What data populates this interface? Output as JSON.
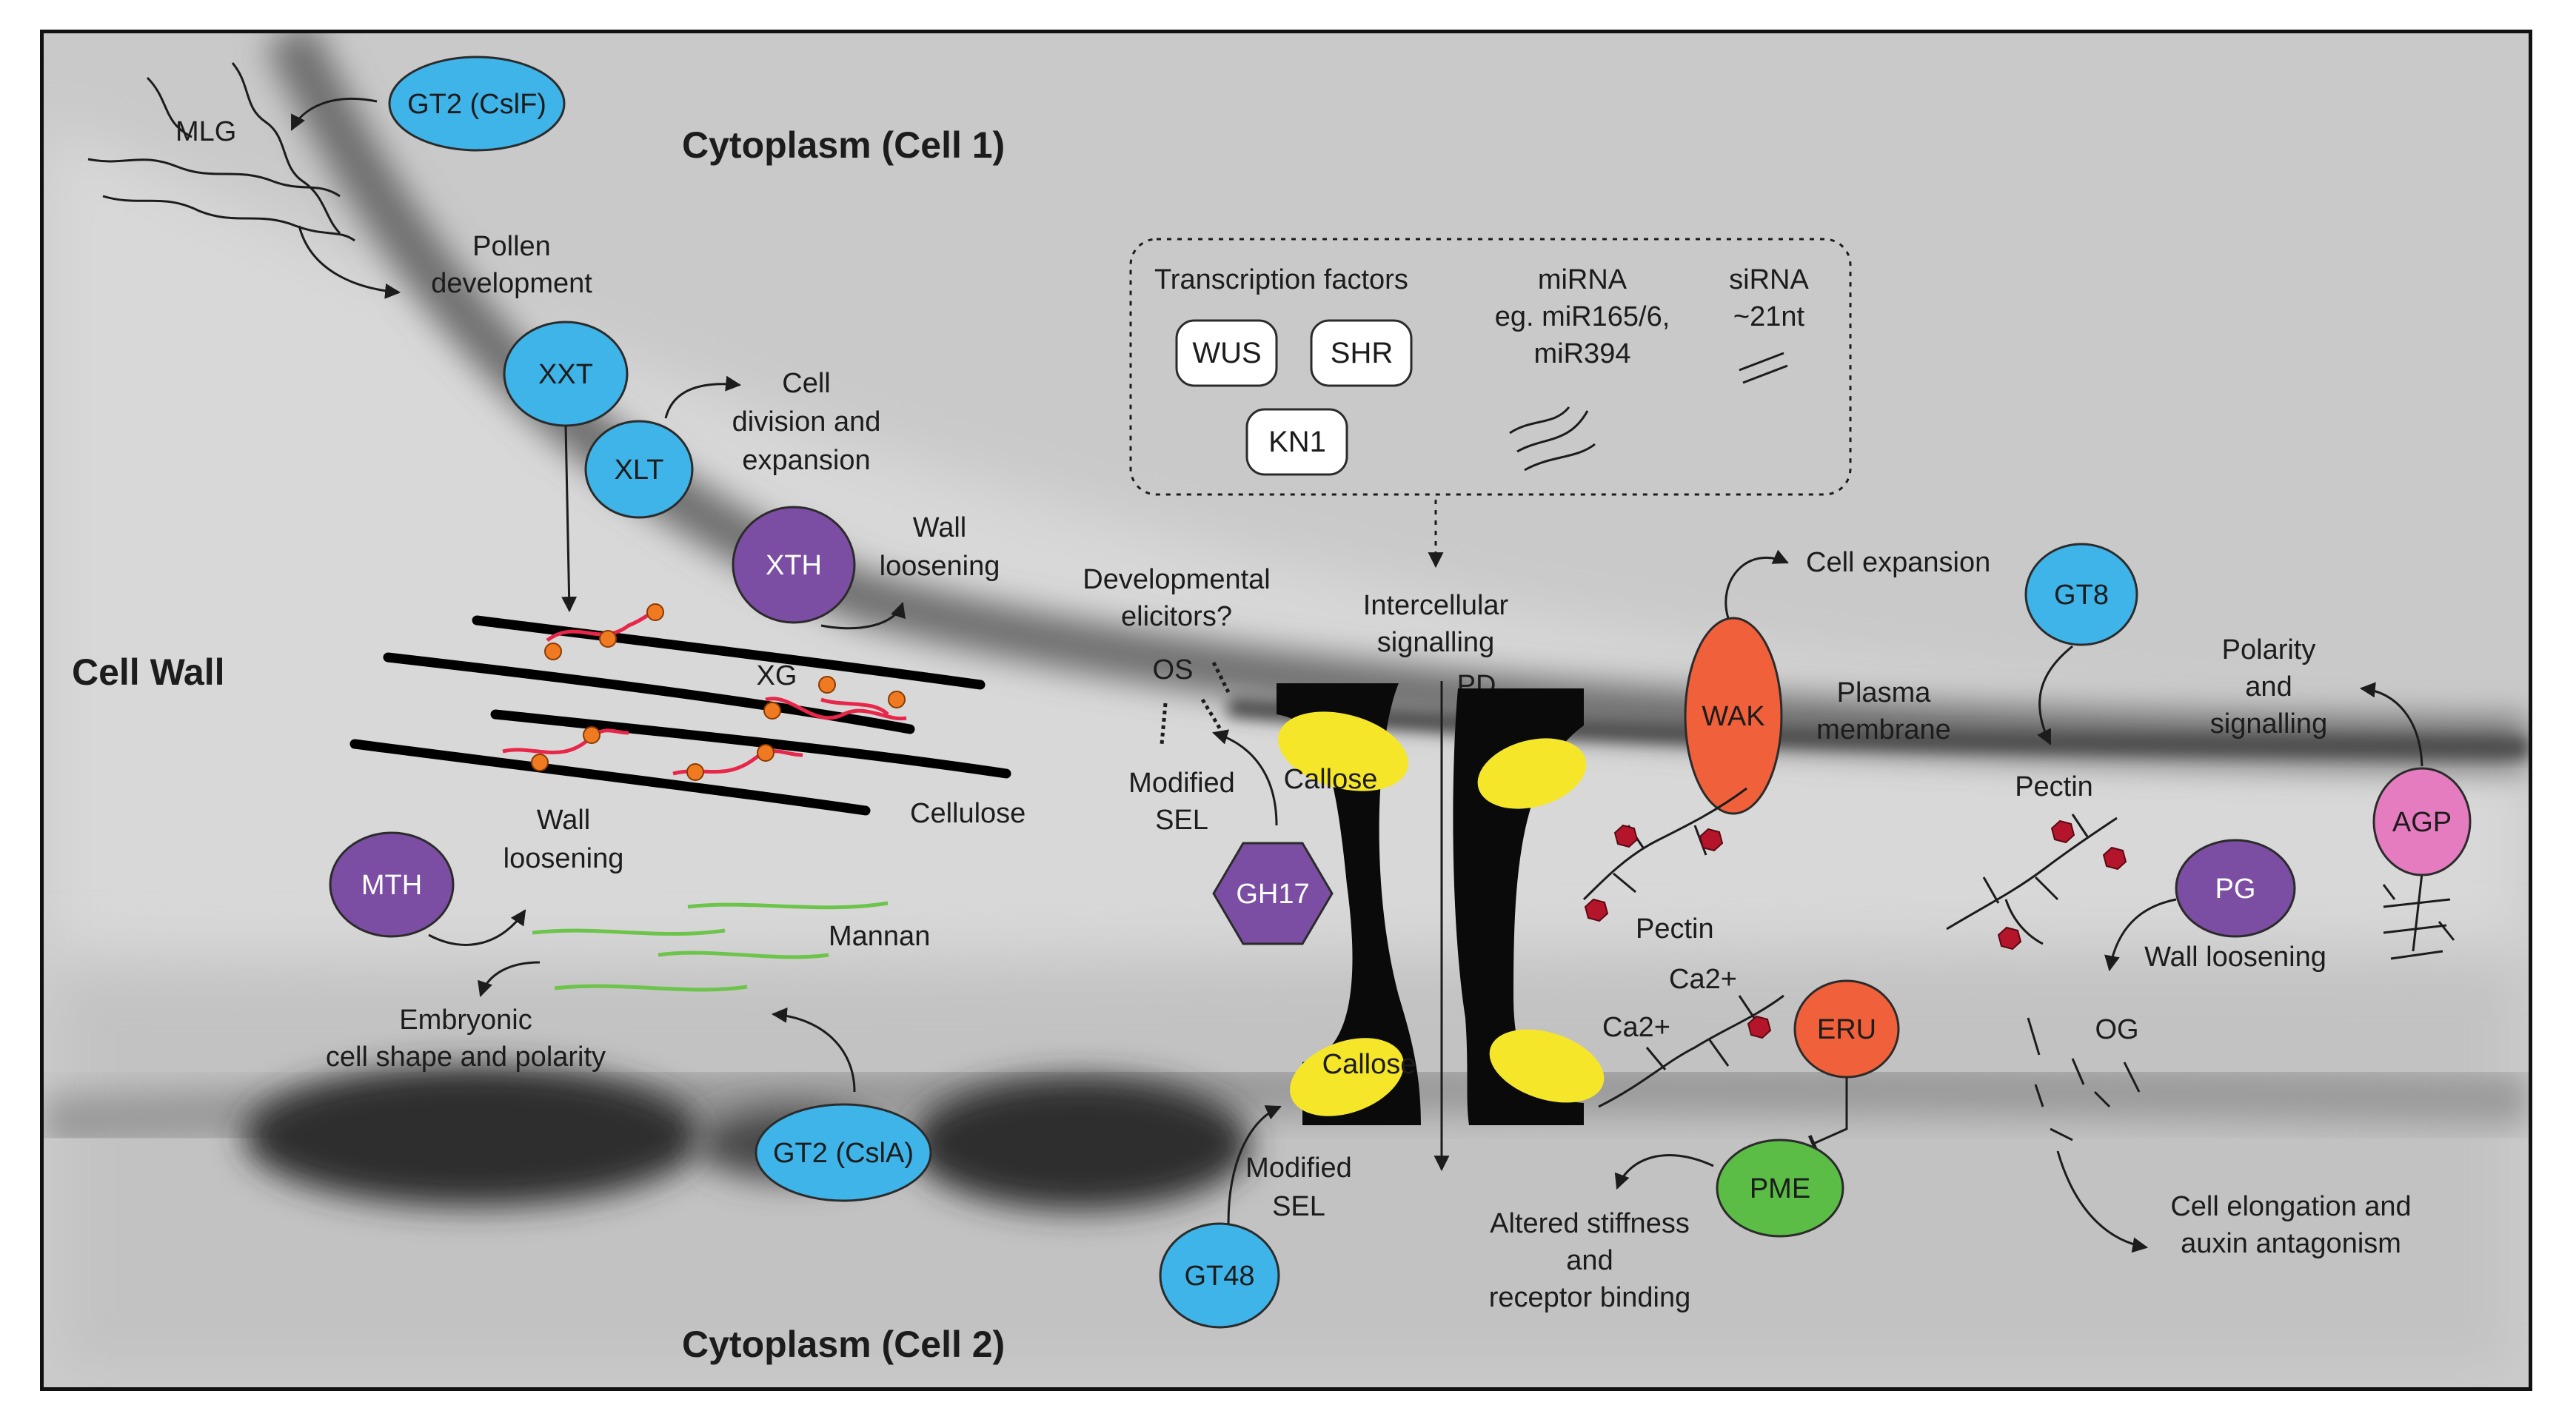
{
  "title_top": "Cytoplasm (Cell 1)",
  "title_bottom": "Cytoplasm (Cell 2)",
  "title_wall": "Cell Wall",
  "enzymes": {
    "gt2_cslf": "GT2 (CslF)",
    "xxt": "XXT",
    "xlt": "XLT",
    "xth": "XTH",
    "mth": "MTH",
    "gt2_csla": "GT2 (CslA)",
    "gh17": "GH17",
    "gt48": "GT48",
    "wak": "WAK",
    "gt8": "GT8",
    "agp": "AGP",
    "pg": "PG",
    "eru": "ERU",
    "pme": "PME"
  },
  "labels": {
    "mlg": "MLG",
    "pollen_1": "Pollen",
    "pollen_2": "development",
    "cell_div_1": "Cell",
    "cell_div_2": "division and",
    "cell_div_3": "expansion",
    "wall_loosen_a1": "Wall",
    "wall_loosen_a2": "loosening",
    "xg": "XG",
    "cellulose": "Cellulose",
    "wall_loosen_b1": "Wall",
    "wall_loosen_b2": "loosening",
    "mannan": "Mannan",
    "embryo_1": "Embryonic",
    "embryo_2": "cell shape and polarity",
    "dev_elic_1": "Developmental",
    "dev_elic_2": "elicitors?",
    "os": "OS",
    "mod_sel_a1": "Modified",
    "mod_sel_a2": "SEL",
    "callose_a": "Callose",
    "callose_b": "Callose",
    "mod_sel_b1": "Modified",
    "mod_sel_b2": "SEL",
    "intercell_1": "Intercellular",
    "intercell_2": "signalling",
    "pd": "PD",
    "cell_expansion": "Cell expansion",
    "plasma_1": "Plasma",
    "plasma_2": "membrane",
    "pectin_a": "Pectin",
    "ca_a": "Ca2+",
    "ca_b": "Ca2+",
    "altered_1": "Altered stiffness",
    "altered_2": "and",
    "altered_3": "receptor binding",
    "pectin_b": "Pectin",
    "polarity_1": "Polarity",
    "polarity_2": "and",
    "polarity_3": "signalling",
    "wall_loosen_c": "Wall loosening",
    "og": "OG",
    "elong_1": "Cell elongation and",
    "elong_2": "auxin antagonism"
  },
  "signals_box": {
    "tf_title": "Transcription factors",
    "tf_items": [
      "WUS",
      "SHR",
      "KN1"
    ],
    "mirna_1": "miRNA",
    "mirna_2": "eg. miR165/6,",
    "mirna_3": "miR394",
    "sirna_1": "siRNA",
    "sirna_2": "~21nt"
  },
  "colors": {
    "blue": "#3fb4e9",
    "purple": "#7b4ea3",
    "orange_red": "#f0603a",
    "green": "#5bbd45",
    "pink": "#e67cc0",
    "yellow": "#f5e62a",
    "xg_red": "#e8264a",
    "xg_dot": "#f07a21",
    "pectin_red": "#b5152a",
    "mannan_green": "#6cc44a"
  }
}
